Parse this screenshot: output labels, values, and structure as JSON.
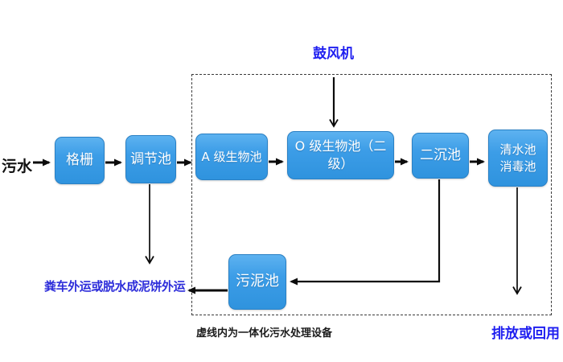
{
  "diagram": {
    "source_label": "污水",
    "blower_label": "鼓风机",
    "boxes": {
      "grille": "格栅",
      "regulating_tank": "调节池",
      "a_bio_tank": "A 级生物池",
      "o_bio_tank": "O 级生物池（二级）",
      "secondary_sedimentation_tank": "二沉池",
      "clear_water_tank_line1": "清水池",
      "clear_water_tank_line2": "消毒池",
      "sludge_tank": "污泥池"
    },
    "annotations": {
      "sludge_disposal": "粪车外运或脱水成泥饼外运",
      "dashed_box_caption": "虚线内为一体化污水处理设备",
      "discharge": "排放或回用"
    },
    "colors": {
      "box_fill_top": "#5db2f0",
      "box_fill_bottom": "#2f93de",
      "box_border": "#2a80c4",
      "box_text": "#ffffff",
      "blue_text": "#1f1ff0",
      "black_text": "#111111",
      "arrow": "#0b0b0b",
      "dashed_border": "#3a3a3a"
    }
  }
}
